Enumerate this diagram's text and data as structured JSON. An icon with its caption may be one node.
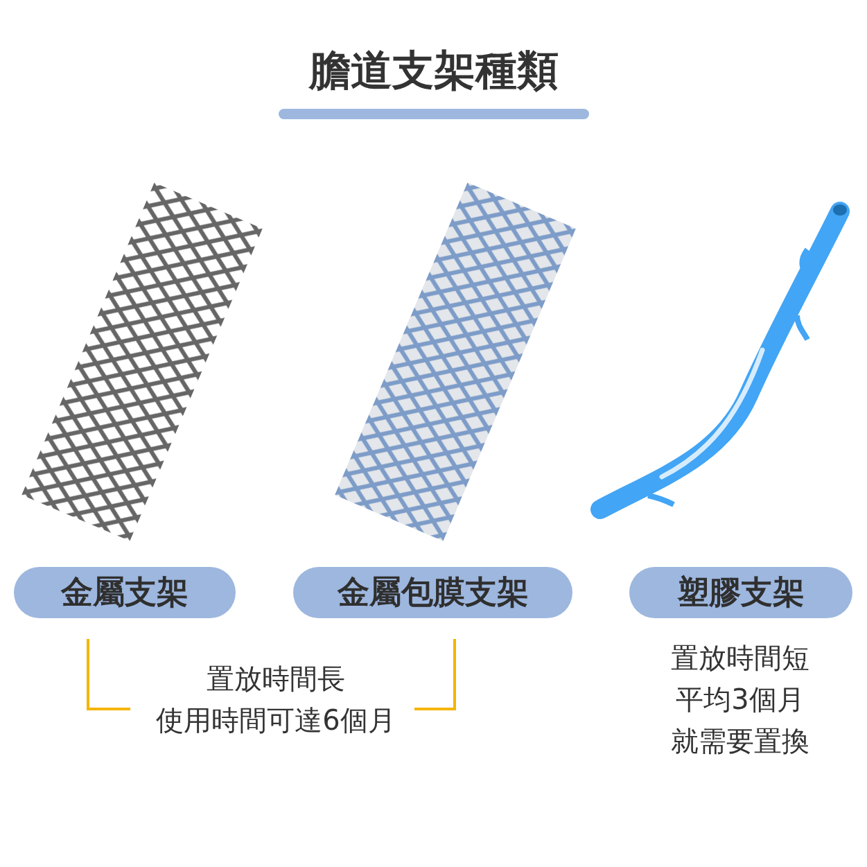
{
  "diagram": {
    "title": "膽道支架種類",
    "nodes": [
      {
        "text": [],
        "shape": "bar"
      },
      {
        "text": [
          "金屬支架"
        ]
      },
      {
        "text": [
          "金屬包膜支架"
        ]
      },
      {
        "text": [
          "塑膠支架"
        ]
      }
    ],
    "labels": [
      "置放時間長",
      "使用時間可達6個月",
      "置放時間短",
      "平均3個月",
      "就需要置換"
    ]
  }
}
